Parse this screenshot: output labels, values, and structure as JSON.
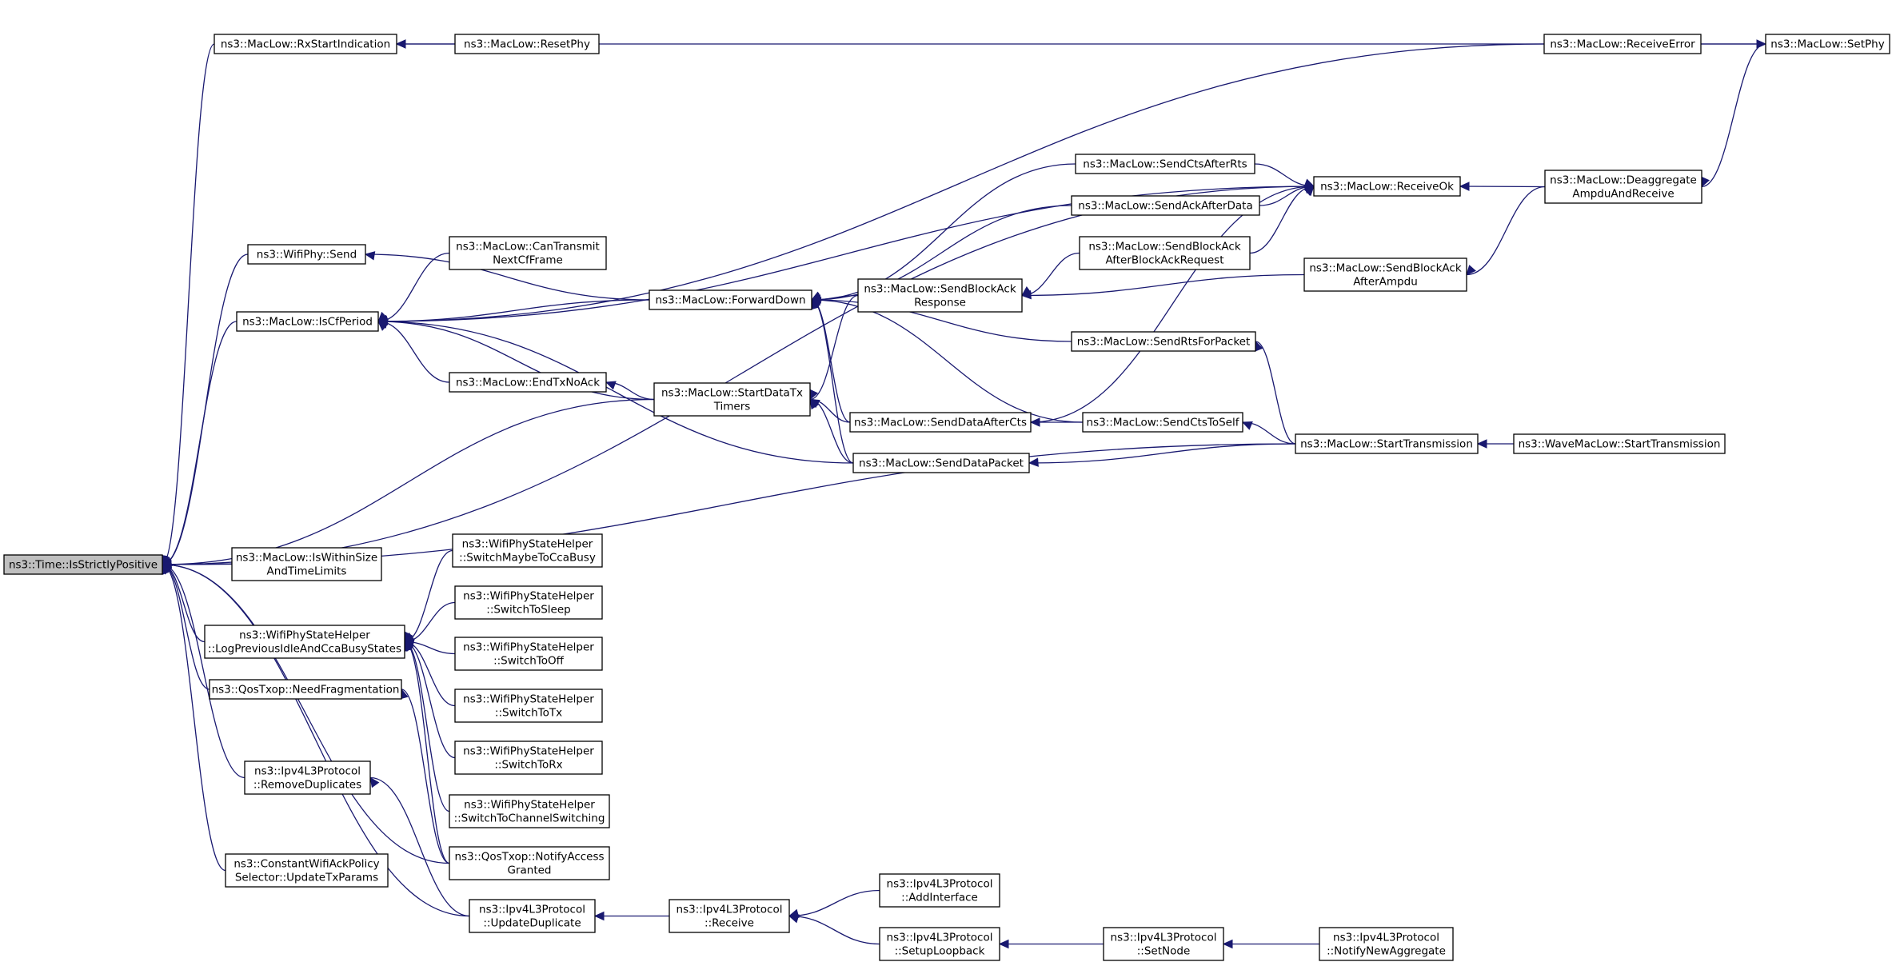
{
  "graph": {
    "nodes": [
      {
        "id": "root",
        "lines": [
          "ns3::Time::IsStrictlyPositive"
        ],
        "selected": true
      },
      {
        "id": "rxstart",
        "lines": [
          "ns3::MacLow::RxStartIndication"
        ]
      },
      {
        "id": "resetphy",
        "lines": [
          "ns3::MacLow::ResetPhy"
        ]
      },
      {
        "id": "recverr",
        "lines": [
          "ns3::MacLow::ReceiveError"
        ]
      },
      {
        "id": "setphy",
        "lines": [
          "ns3::MacLow::SetPhy"
        ]
      },
      {
        "id": "recvok",
        "lines": [
          "ns3::MacLow::ReceiveOk"
        ]
      },
      {
        "id": "deagg",
        "lines": [
          "ns3::MacLow::Deaggregate",
          "AmpduAndReceive"
        ]
      },
      {
        "id": "ctsafterrts",
        "lines": [
          "ns3::MacLow::SendCtsAfterRts"
        ]
      },
      {
        "id": "ackafterdata",
        "lines": [
          "ns3::MacLow::SendAckAfterData"
        ]
      },
      {
        "id": "blockackafterreq",
        "lines": [
          "ns3::MacLow::SendBlockAck",
          "AfterBlockAckRequest"
        ]
      },
      {
        "id": "blockackafterampdu",
        "lines": [
          "ns3::MacLow::SendBlockAck",
          "AfterAmpdu"
        ]
      },
      {
        "id": "wifiphysend",
        "lines": [
          "ns3::WifiPhy::Send"
        ]
      },
      {
        "id": "cantransmit",
        "lines": [
          "ns3::MacLow::CanTransmit",
          "NextCfFrame"
        ]
      },
      {
        "id": "iscfperiod",
        "lines": [
          "ns3::MacLow::IsCfPeriod"
        ]
      },
      {
        "id": "forwarddown",
        "lines": [
          "ns3::MacLow::ForwardDown"
        ]
      },
      {
        "id": "blockackresp",
        "lines": [
          "ns3::MacLow::SendBlockAck",
          "Response"
        ]
      },
      {
        "id": "rtsforpacket",
        "lines": [
          "ns3::MacLow::SendRtsForPacket"
        ]
      },
      {
        "id": "endtxnoack",
        "lines": [
          "ns3::MacLow::EndTxNoAck"
        ]
      },
      {
        "id": "startdatatx",
        "lines": [
          "ns3::MacLow::StartDataTx",
          "Timers"
        ]
      },
      {
        "id": "dataaftercts",
        "lines": [
          "ns3::MacLow::SendDataAfterCts"
        ]
      },
      {
        "id": "ctstoself",
        "lines": [
          "ns3::MacLow::SendCtsToSelf"
        ]
      },
      {
        "id": "datapacket",
        "lines": [
          "ns3::MacLow::SendDataPacket"
        ]
      },
      {
        "id": "starttransmission",
        "lines": [
          "ns3::MacLow::StartTransmission"
        ]
      },
      {
        "id": "wavestart",
        "lines": [
          "ns3::WaveMacLow::StartTransmission"
        ]
      },
      {
        "id": "withinsize",
        "lines": [
          "ns3::MacLow::IsWithinSize",
          "AndTimeLimits"
        ]
      },
      {
        "id": "logprev",
        "lines": [
          "ns3::WifiPhyStateHelper",
          "::LogPreviousIdleAndCcaBusyStates"
        ]
      },
      {
        "id": "maybecca",
        "lines": [
          "ns3::WifiPhyStateHelper",
          "::SwitchMaybeToCcaBusy"
        ]
      },
      {
        "id": "tosleep",
        "lines": [
          "ns3::WifiPhyStateHelper",
          "::SwitchToSleep"
        ]
      },
      {
        "id": "tooff",
        "lines": [
          "ns3::WifiPhyStateHelper",
          "::SwitchToOff"
        ]
      },
      {
        "id": "totx",
        "lines": [
          "ns3::WifiPhyStateHelper",
          "::SwitchToTx"
        ]
      },
      {
        "id": "torx",
        "lines": [
          "ns3::WifiPhyStateHelper",
          "::SwitchToRx"
        ]
      },
      {
        "id": "tochannel",
        "lines": [
          "ns3::WifiPhyStateHelper",
          "::SwitchToChannelSwitching"
        ]
      },
      {
        "id": "needfrag",
        "lines": [
          "ns3::QosTxop::NeedFragmentation"
        ]
      },
      {
        "id": "notifyaccess",
        "lines": [
          "ns3::QosTxop::NotifyAccess",
          "Granted"
        ]
      },
      {
        "id": "removedup",
        "lines": [
          "ns3::Ipv4L3Protocol",
          "::RemoveDuplicates"
        ]
      },
      {
        "id": "constack",
        "lines": [
          "ns3::ConstantWifiAckPolicy",
          "Selector::UpdateTxParams"
        ]
      },
      {
        "id": "updatedup",
        "lines": [
          "ns3::Ipv4L3Protocol",
          "::UpdateDuplicate"
        ]
      },
      {
        "id": "receive",
        "lines": [
          "ns3::Ipv4L3Protocol",
          "::Receive"
        ]
      },
      {
        "id": "addif",
        "lines": [
          "ns3::Ipv4L3Protocol",
          "::AddInterface"
        ]
      },
      {
        "id": "setuploop",
        "lines": [
          "ns3::Ipv4L3Protocol",
          "::SetupLoopback"
        ]
      },
      {
        "id": "setnode",
        "lines": [
          "ns3::Ipv4L3Protocol",
          "::SetNode"
        ]
      },
      {
        "id": "notifyagg",
        "lines": [
          "ns3::Ipv4L3Protocol",
          "::NotifyNewAggregate"
        ]
      }
    ],
    "edges": [
      [
        "rxstart",
        "root"
      ],
      [
        "resetphy",
        "rxstart"
      ],
      [
        "setphy",
        "rxstart"
      ],
      [
        "recverr",
        "setphy"
      ],
      [
        "setphy",
        "deagg"
      ],
      [
        "recvok",
        "root"
      ],
      [
        "recvok",
        "iscfperiod"
      ],
      [
        "deagg",
        "recvok"
      ],
      [
        "ctsafterrts",
        "recvok"
      ],
      [
        "ackafterdata",
        "recvok"
      ],
      [
        "blockackafterreq",
        "recvok"
      ],
      [
        "dataaftercts",
        "recvok"
      ],
      [
        "recverr",
        "iscfperiod"
      ],
      [
        "wifiphysend",
        "root"
      ],
      [
        "forwarddown",
        "wifiphysend"
      ],
      [
        "cantransmit",
        "iscfperiod"
      ],
      [
        "iscfperiod",
        "root"
      ],
      [
        "forwarddown",
        "iscfperiod"
      ],
      [
        "endtxnoack",
        "iscfperiod"
      ],
      [
        "startdatatx",
        "iscfperiod"
      ],
      [
        "datapacket",
        "iscfperiod"
      ],
      [
        "ctsafterrts",
        "forwarddown"
      ],
      [
        "ackafterdata",
        "forwarddown"
      ],
      [
        "blockackresp",
        "forwarddown"
      ],
      [
        "rtsforpacket",
        "forwarddown"
      ],
      [
        "dataaftercts",
        "forwarddown"
      ],
      [
        "ctstoself",
        "forwarddown"
      ],
      [
        "datapacket",
        "forwarddown"
      ],
      [
        "blockackafterreq",
        "blockackresp"
      ],
      [
        "blockackafterampdu",
        "blockackresp"
      ],
      [
        "deagg",
        "blockackafterampdu"
      ],
      [
        "starttransmission",
        "rtsforpacket"
      ],
      [
        "startdatatx",
        "endtxnoack"
      ],
      [
        "startdatatx",
        "root"
      ],
      [
        "blockackresp",
        "startdatatx"
      ],
      [
        "dataaftercts",
        "startdatatx"
      ],
      [
        "datapacket",
        "startdatatx"
      ],
      [
        "ctstoself",
        "dataaftercts"
      ],
      [
        "starttransmission",
        "ctstoself"
      ],
      [
        "starttransmission",
        "datapacket"
      ],
      [
        "wavestart",
        "starttransmission"
      ],
      [
        "starttransmission",
        "root"
      ],
      [
        "withinsize",
        "root"
      ],
      [
        "logprev",
        "root"
      ],
      [
        "maybecca",
        "logprev"
      ],
      [
        "tosleep",
        "logprev"
      ],
      [
        "tooff",
        "logprev"
      ],
      [
        "totx",
        "logprev"
      ],
      [
        "torx",
        "logprev"
      ],
      [
        "tochannel",
        "logprev"
      ],
      [
        "notifyaccess",
        "logprev"
      ],
      [
        "needfrag",
        "root"
      ],
      [
        "notifyaccess",
        "needfrag"
      ],
      [
        "notifyaccess",
        "root"
      ],
      [
        "removedup",
        "root"
      ],
      [
        "updatedup",
        "removedup"
      ],
      [
        "constack",
        "root"
      ],
      [
        "updatedup",
        "root"
      ],
      [
        "receive",
        "updatedup"
      ],
      [
        "addif",
        "receive"
      ],
      [
        "setuploop",
        "receive"
      ],
      [
        "setnode",
        "setuploop"
      ],
      [
        "notifyagg",
        "setnode"
      ]
    ]
  }
}
